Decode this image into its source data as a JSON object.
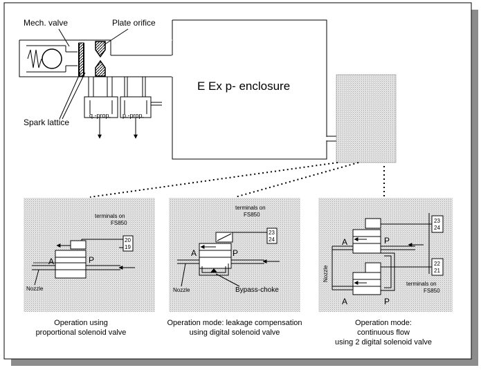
{
  "labels": {
    "mech_valve": "Mech. valve",
    "plate_orifice": "Plate orifice",
    "spark_lattice": "Spark lattice",
    "q_prop": "q.-prop.",
    "p_prop": "p.-prop.",
    "enclosure": "E Ex p- enclosure"
  },
  "panels": [
    {
      "terminals": [
        "terminals on",
        "FS850"
      ],
      "terminal_numbers": [
        "20",
        "19"
      ],
      "port_a": "A",
      "port_p": "P",
      "nozzle": "Nozzle",
      "caption": [
        "Operation using",
        "proportional solenoid valve"
      ]
    },
    {
      "terminals": [
        "terminals on",
        "FS850"
      ],
      "terminal_numbers": [
        "23",
        "24"
      ],
      "port_a": "A",
      "port_p": "P",
      "nozzle": "Nozzle",
      "bypass": "Bypass-choke",
      "caption": [
        "Operation mode: leakage compensation",
        "using digital solenoid valve"
      ]
    },
    {
      "terminals": [
        "terminals on",
        "FS850"
      ],
      "terminal_numbers_top": [
        "23",
        "24"
      ],
      "terminal_numbers_bottom": [
        "22",
        "21"
      ],
      "port_a": "A",
      "port_p": "P",
      "nozzle": "Nozzle",
      "caption": [
        "Operation mode:",
        "continuous flow",
        "using 2 digital solenoid valve"
      ]
    }
  ],
  "colors": {
    "panel_fill": "#d9d9d9",
    "line": "#000000",
    "shadow": "#8c8c8c"
  }
}
